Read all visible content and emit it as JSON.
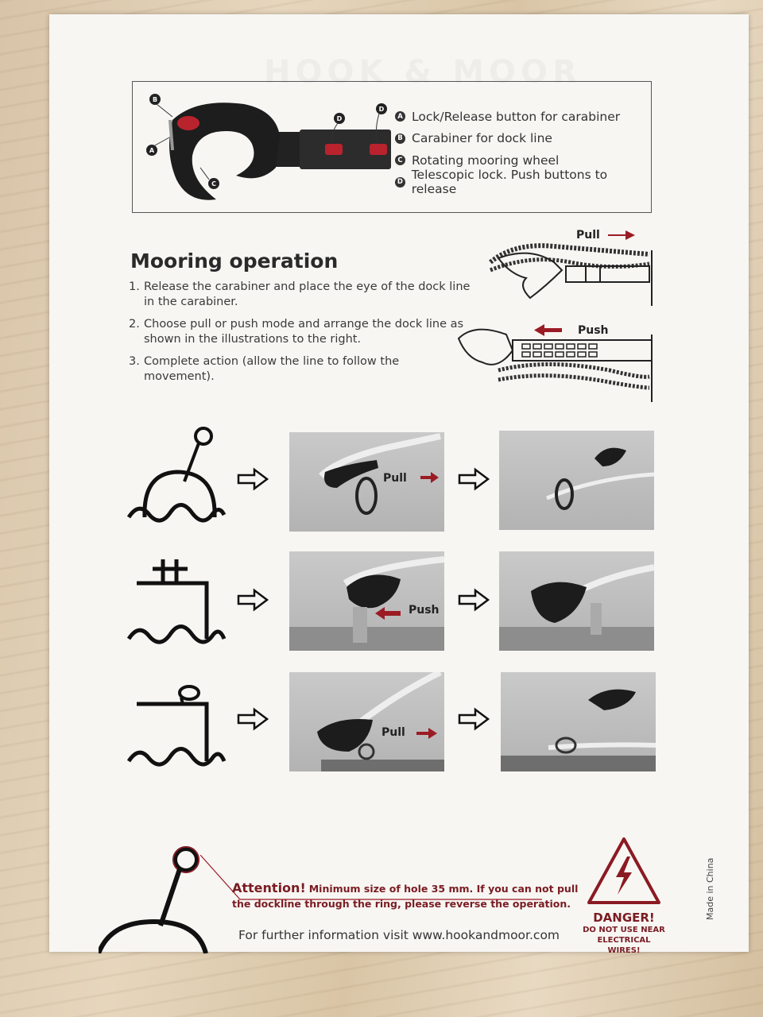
{
  "brand_ghost": "HOOK & MOOR",
  "legend": {
    "items": [
      {
        "badge": "A",
        "text": "Lock/Release button for carabiner"
      },
      {
        "badge": "B",
        "text": "Carabiner for dock line"
      },
      {
        "badge": "C",
        "text": "Rotating mooring wheel"
      },
      {
        "badge": "D",
        "text": "Telescopic lock. Push buttons to release"
      }
    ],
    "callouts": [
      "A",
      "B",
      "C",
      "D",
      "D"
    ]
  },
  "mooring": {
    "title": "Mooring operation",
    "steps": [
      {
        "num": "1.",
        "text": "Release the carabiner and place the eye of the dock line in the carabiner."
      },
      {
        "num": "2.",
        "text": "Choose pull or push mode and arrange the dock line as shown in the illustrations to the right."
      },
      {
        "num": "3.",
        "text": "Complete action (allow the line to follow the movement)."
      }
    ],
    "illustration_labels": {
      "pull": "Pull",
      "push": "Push"
    }
  },
  "rows": [
    {
      "icon": "buoy-icon",
      "photo_label": "Pull"
    },
    {
      "icon": "bollard-icon",
      "photo_label": "Push"
    },
    {
      "icon": "dock-ring-icon",
      "photo_label": "Pull"
    }
  ],
  "attention": {
    "heading": "Attention!",
    "text_line1": "Minimum size of hole 35 mm. If you can not pull",
    "text_line2": "the dockline through the ring, please reverse the operation."
  },
  "footer": "For further information visit www.hookandmoor.com",
  "danger": {
    "title": "DANGER!",
    "line1": "DO NOT USE NEAR",
    "line2": "ELECTRICAL WIRES!"
  },
  "made_in": "Made in China",
  "colors": {
    "accent_red": "#8b1a22",
    "ink": "#1e1e1e",
    "paper": "#f7f6f3"
  }
}
